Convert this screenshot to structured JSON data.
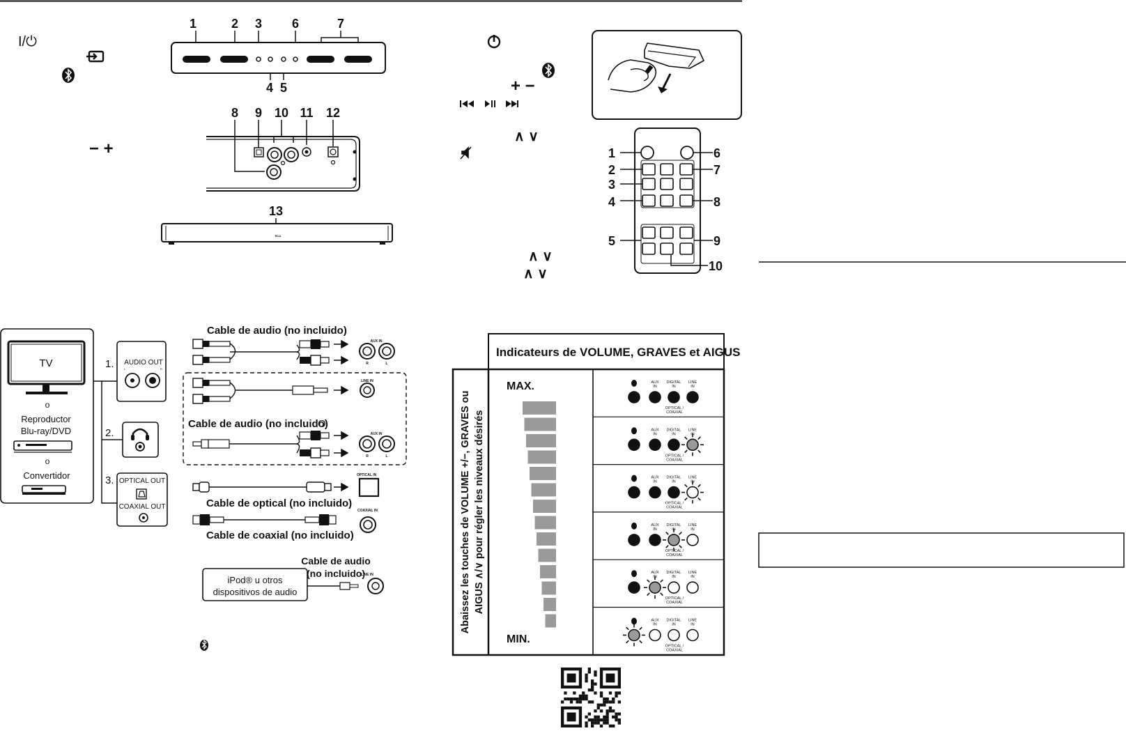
{
  "top_panel": {
    "symbols": [
      "I/⏻",
      "⇥",
      "ᛒ"
    ],
    "button_numbers": [
      "1",
      "2",
      "3",
      "6",
      "7"
    ],
    "indicator_numbers": [
      "4",
      "5"
    ]
  },
  "back_panel": {
    "symbol": "− +",
    "numbers": [
      "8",
      "9",
      "10",
      "11",
      "12"
    ]
  },
  "front_panel": {
    "number": "13",
    "logo": "RCA"
  },
  "remote": {
    "symbols": [
      "⏻",
      "ᛒ",
      "+ −",
      "⏮ ⏯ ⏭",
      "∧ ∨",
      "🔇",
      "∧ ∨",
      "∧ ∨"
    ],
    "left_numbers": [
      "1",
      "2",
      "3",
      "4",
      "5"
    ],
    "right_numbers": [
      "6",
      "7",
      "8",
      "9",
      "10"
    ]
  },
  "connections": {
    "tv_label": "TV",
    "or1": "o",
    "player_label": "Reproductor\nBlu-ray/DVD",
    "player_line1": "Reproductor",
    "player_line2": "Blu-ray/DVD",
    "or2": "o",
    "converter_label": "Convertidor",
    "opt1_num": "1.",
    "opt1_label": "AUDIO OUT",
    "opt1_l": "L",
    "opt1_r": "R",
    "opt2_num": "2.",
    "opt3_num": "3.",
    "opt3_label_optical": "OPTICAL OUT",
    "opt3_label_coaxial": "COAXIAL OUT",
    "cable_audio_1": "Cable de audio (no incluido)",
    "aux_in": "AUX IN",
    "r": "R",
    "l": "L",
    "line_in": "LINE IN",
    "cable_audio_2": "Cable de audio (no incluido)",
    "o_letter": "O",
    "optical_in": "OPTICAL IN",
    "cable_optical": "Cable de optical (no incluido)",
    "coaxial_in": "COAXIAL IN",
    "cable_coaxial": "Cable de coaxial (no incluido)",
    "cable_audio_3_line1": "Cable de audio",
    "cable_audio_3_line2": "(no incluido)",
    "ipod_line1": "iPod® u otros",
    "ipod_line2": "dispositivos de audio",
    "line_in_2": "LINE IN",
    "bt_symbol": "ᛒ"
  },
  "volume_chart": {
    "header": "Indicateurs de VOLUME, GRAVES et AIGUS",
    "side_text_line1": "Abaissez les touches de VOLUME  +/−, GRAVES ou",
    "side_text_line2": "AIGUS ∧/∨ pour régler les niveaux désirés",
    "max_label": "MAX.",
    "min_label": "MIN.",
    "ind_labels": {
      "bt": "ᛒ",
      "aux": "AUX",
      "aux2": "IN",
      "digital": "DIGITAL",
      "digital2": "IN",
      "line": "LINE",
      "line2": "IN",
      "optical": "OPTICAL /",
      "coaxial": "COAXIAL"
    },
    "rows": [
      {
        "states": [
          "on",
          "on",
          "on",
          "on"
        ]
      },
      {
        "states": [
          "on",
          "on",
          "on",
          "blink"
        ]
      },
      {
        "states": [
          "on",
          "on",
          "on",
          "blink-off"
        ]
      },
      {
        "states": [
          "on",
          "on",
          "blink",
          "off"
        ]
      },
      {
        "states": [
          "on",
          "blink",
          "off",
          "off"
        ]
      },
      {
        "states": [
          "blink",
          "off",
          "off",
          "off"
        ]
      }
    ],
    "bar_levels": 14
  },
  "colors": {
    "ink": "#111111",
    "gray": "#9a9a9a",
    "light": "#cfcfcf"
  }
}
